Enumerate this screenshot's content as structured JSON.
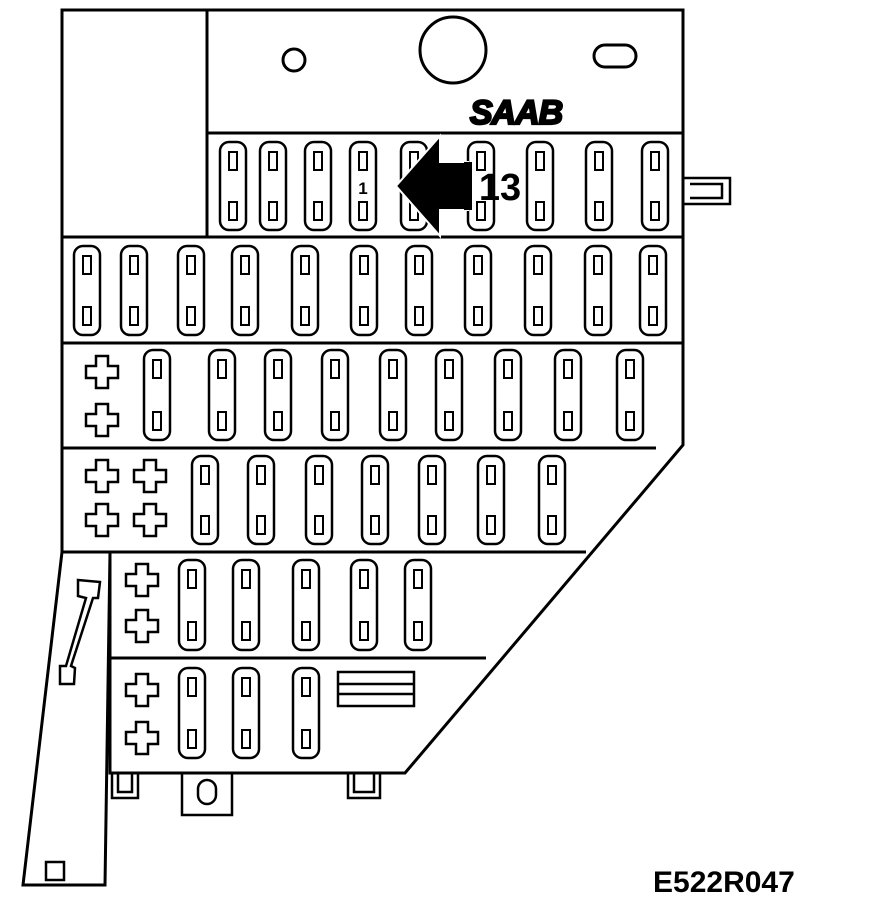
{
  "diagram": {
    "brand": "SAAB",
    "callout_number": "13",
    "highlighted_fuse_number": "1",
    "figure_code": "E522R047"
  }
}
